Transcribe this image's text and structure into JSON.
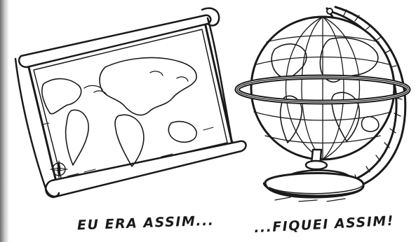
{
  "captions": {
    "left": "EU ERA ASSIM...",
    "right": "...FIQUEI ASSIM!"
  },
  "colors": {
    "ink": "#1a1a1a",
    "paper": "#ffffff",
    "edge_shadow": "#6e6e6e"
  },
  "icons": {
    "map": "flat-world-map-illustration",
    "globe": "world-globe-illustration"
  }
}
